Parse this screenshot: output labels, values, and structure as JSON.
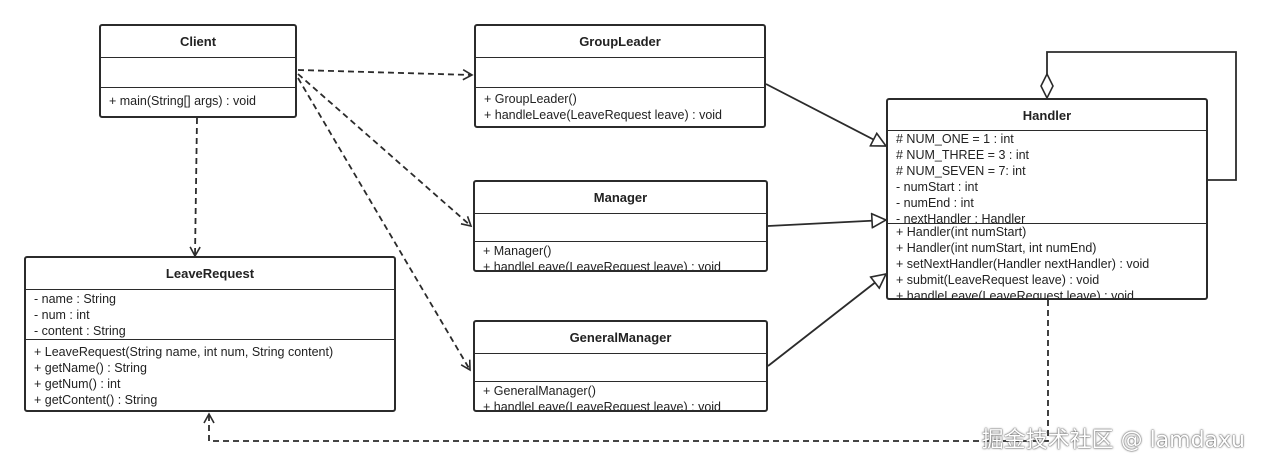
{
  "classes": {
    "client": {
      "name": "Client",
      "attributes": [],
      "methods": [
        "+ main(String[] args) : void"
      ]
    },
    "group_leader": {
      "name": "GroupLeader",
      "attributes": [],
      "methods": [
        "+ GroupLeader()",
        "+ handleLeave(LeaveRequest leave) : void"
      ]
    },
    "manager": {
      "name": "Manager",
      "attributes": [],
      "methods": [
        "+ Manager()",
        "+ handleLeave(LeaveRequest leave) : void"
      ]
    },
    "general_manager": {
      "name": "GeneralManager",
      "attributes": [],
      "methods": [
        "+ GeneralManager()",
        "+ handleLeave(LeaveRequest leave) : void"
      ]
    },
    "leave_request": {
      "name": "LeaveRequest",
      "attributes": [
        "- name : String",
        "- num : int",
        "- content : String"
      ],
      "methods": [
        "+ LeaveRequest(String name, int num, String content)",
        "+ getName() : String",
        "+ getNum() : int",
        "+ getContent() : String"
      ]
    },
    "handler": {
      "name": "Handler",
      "attributes": [
        "# NUM_ONE = 1 :   int",
        "# NUM_THREE = 3 :   int",
        "# NUM_SEVEN = 7:   int",
        "- numStart :   int",
        "- numEnd :   int",
        "- nextHandler :   Handler"
      ],
      "methods": [
        "+ Handler(int numStart)",
        "+ Handler(int numStart, int numEnd)",
        "+ setNextHandler(Handler nextHandler) :   void",
        "+ submit(LeaveRequest leave) :   void",
        "+ handleLeave(LeaveRequest leave) :   void"
      ]
    }
  },
  "watermark": "掘金技术社区 @ lamdaxu",
  "colors": {
    "line": "#2b2b2b",
    "background": "#ffffff"
  }
}
